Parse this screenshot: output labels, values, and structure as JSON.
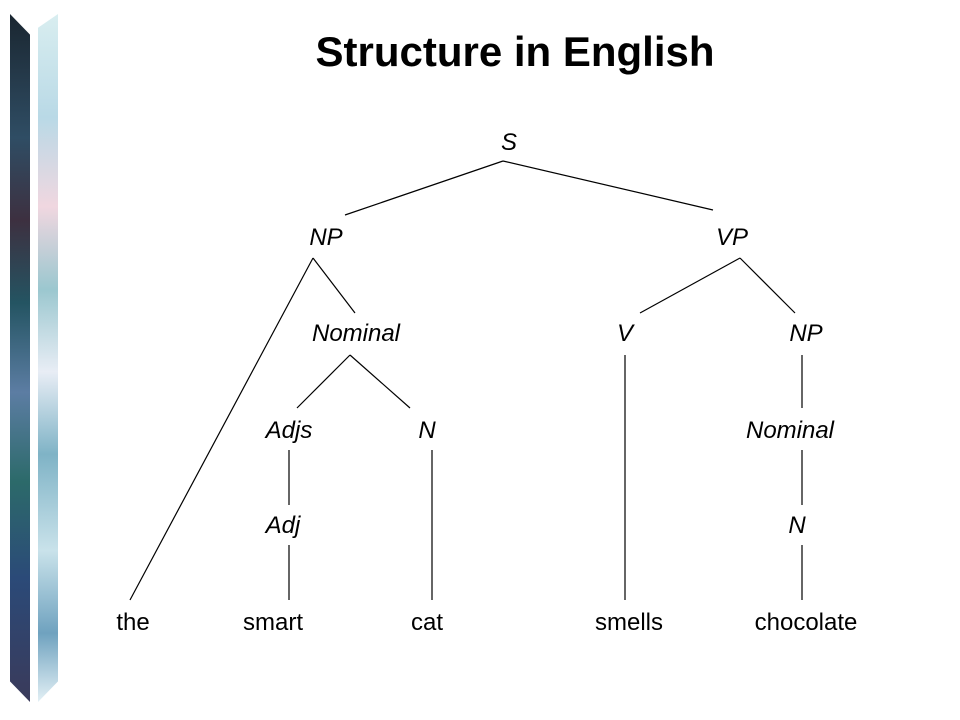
{
  "title": "Structure in English",
  "tree": {
    "S": "S",
    "NP": "NP",
    "VP": "VP",
    "nominal_subject": "Nominal",
    "V": "V",
    "NP_object": "NP",
    "adjs": "Adjs",
    "N_subject": "N",
    "nominal_object": "Nominal",
    "adj": "Adj",
    "N_object": "N",
    "words": [
      "the",
      "smart",
      "cat",
      "smells",
      "chocolate"
    ]
  }
}
